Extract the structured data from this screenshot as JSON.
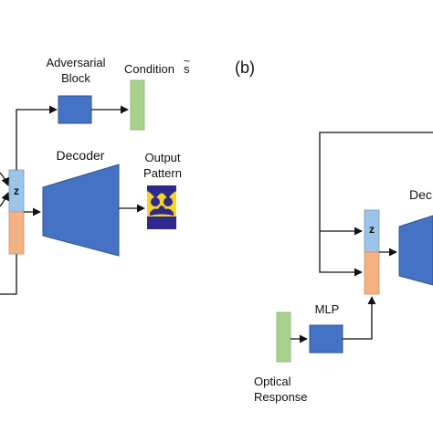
{
  "panel_a": {
    "adversarial_label": [
      "Adversarial",
      "Block"
    ],
    "condition_label": "Condition",
    "condition_symbol": "s",
    "condition_accent": "~",
    "decoder_label": "Decoder",
    "output_label": [
      "Output",
      "Pattern"
    ],
    "z_label": "z"
  },
  "panel_b": {
    "panel_letter": "(b)",
    "z_label": "z",
    "decoder_label_partial": "Dec",
    "mlp_label": "MLP",
    "optical_label": [
      "Optical",
      "Response"
    ]
  },
  "colors": {
    "block_blue": "#4472C4",
    "block_border": "#2F528F",
    "latent_z": "#9DC3E6",
    "latent_c": "#F4B183",
    "condition_green": "#A9D18E",
    "pattern_yellow": "#F5D327",
    "pattern_navy": "#2E2A8C"
  }
}
